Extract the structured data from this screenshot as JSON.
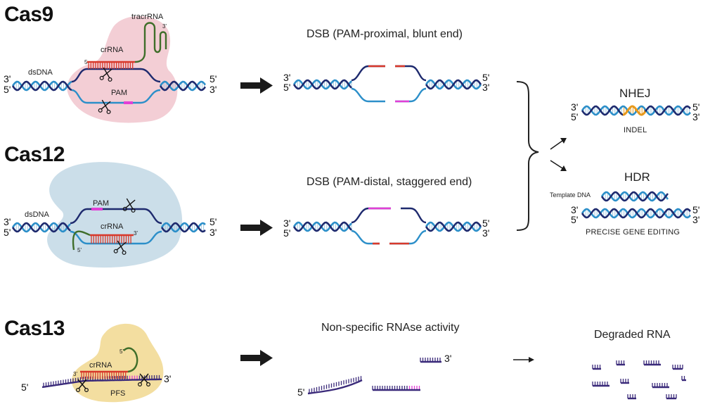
{
  "titles": {
    "cas9": "Cas9",
    "cas12": "Cas12",
    "cas13": "Cas13"
  },
  "cas9": {
    "dsdna": "dsDNA",
    "crrna": "crRNA",
    "tracrrna": "tracrRNA",
    "pam": "PAM",
    "end_3": "3'",
    "end_5": "5'",
    "five_prime": "5",
    "three_prime": "3'"
  },
  "cas12": {
    "dsdna": "dsDNA",
    "crrna": "crRNA",
    "pam": "PAM",
    "end_3": "3'",
    "end_5": "5'",
    "five_prime": "5'",
    "three_prime": "3'"
  },
  "cas13": {
    "crrna": "crRNA",
    "pfs": "PFS",
    "end_3": "3'",
    "end_5": "5'",
    "five_prime": "5'",
    "three_prime": "3'"
  },
  "dsb_cas9": "DSB (PAM-proximal, blunt end)",
  "dsb_cas12": "DSB (PAM-distal, staggered end)",
  "rnase": "Non-specific RNAse activity",
  "degraded": "Degraded RNA",
  "nhej": {
    "title": "NHEJ",
    "label": "INDEL"
  },
  "hdr": {
    "title": "HDR",
    "template": "Template DNA",
    "label": "PRECISE GENE EDITING"
  },
  "colors": {
    "strand_dark": "#1e2a6e",
    "strand_light": "#2c8fc9",
    "crrna": "#d8392b",
    "pam": "#e23fd6",
    "tracr": "#3f6e2a",
    "cas9_blob": "#f2c9d0",
    "cas12_blob": "#c8dce8",
    "cas13_blob": "#f2dc9b",
    "indel": "#e89a1c",
    "rna": "#3a2a7a"
  }
}
